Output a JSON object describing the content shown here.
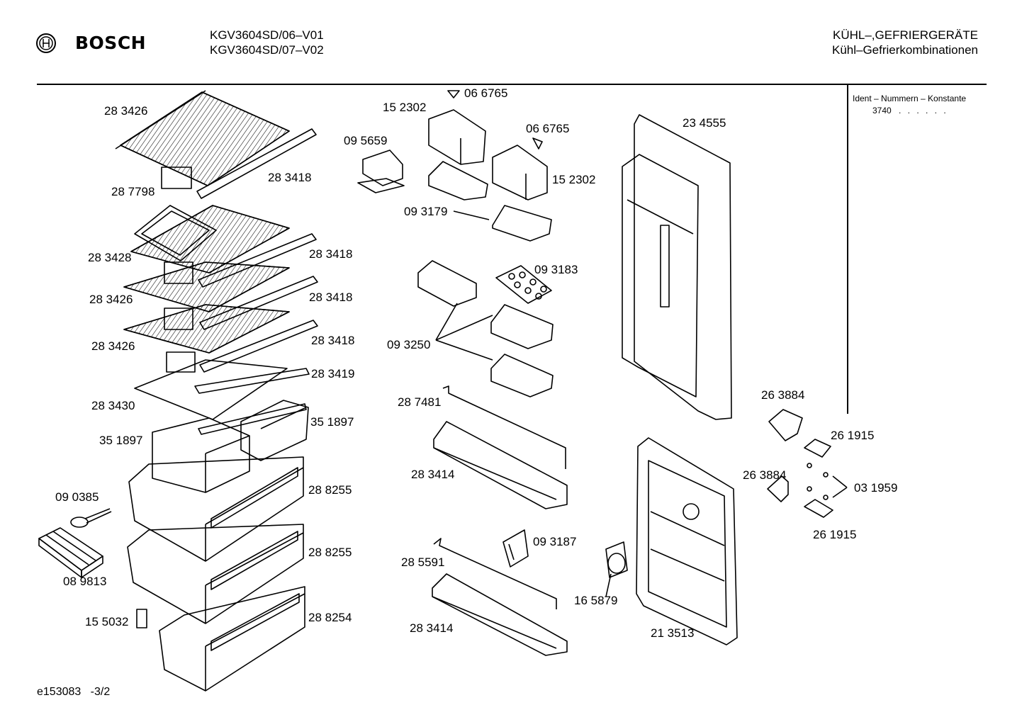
{
  "header": {
    "brand": "BOSCH",
    "models": [
      "KGV3604SD/06–V01",
      "KGV3604SD/07–V02"
    ],
    "category_line1": "KÜHL–,GEFRIERGERÄTE",
    "category_line2": "Kühl–Gefrierkombinationen"
  },
  "ident": {
    "label": "Ident – Nummern – Konstante",
    "value": "3740",
    "dots": ". . . . . ."
  },
  "footer": {
    "drawing_id": "e153083",
    "page": "-3/2"
  },
  "parts": [
    "28 3426",
    "28 3418",
    "28 7798",
    "28 3428",
    "28 3418",
    "28 3426",
    "28 3418",
    "28 3426",
    "28 3418",
    "28 3419",
    "28 3430",
    "35 1897",
    "35 1897",
    "28 8255",
    "09 0385",
    "28 8255",
    "08 9813",
    "15 5032",
    "28 8254",
    "06 6765",
    "15 2302",
    "09 5659",
    "06 6765",
    "15 2302",
    "09 3179",
    "09 3183",
    "09 3250",
    "28 7481",
    "28 3414",
    "09 3187",
    "28 5591",
    "28 3414",
    "16 5879",
    "23 4555",
    "26 3884",
    "26 1915",
    "26 3884",
    "03 1959",
    "26 1915",
    "21 3513"
  ]
}
